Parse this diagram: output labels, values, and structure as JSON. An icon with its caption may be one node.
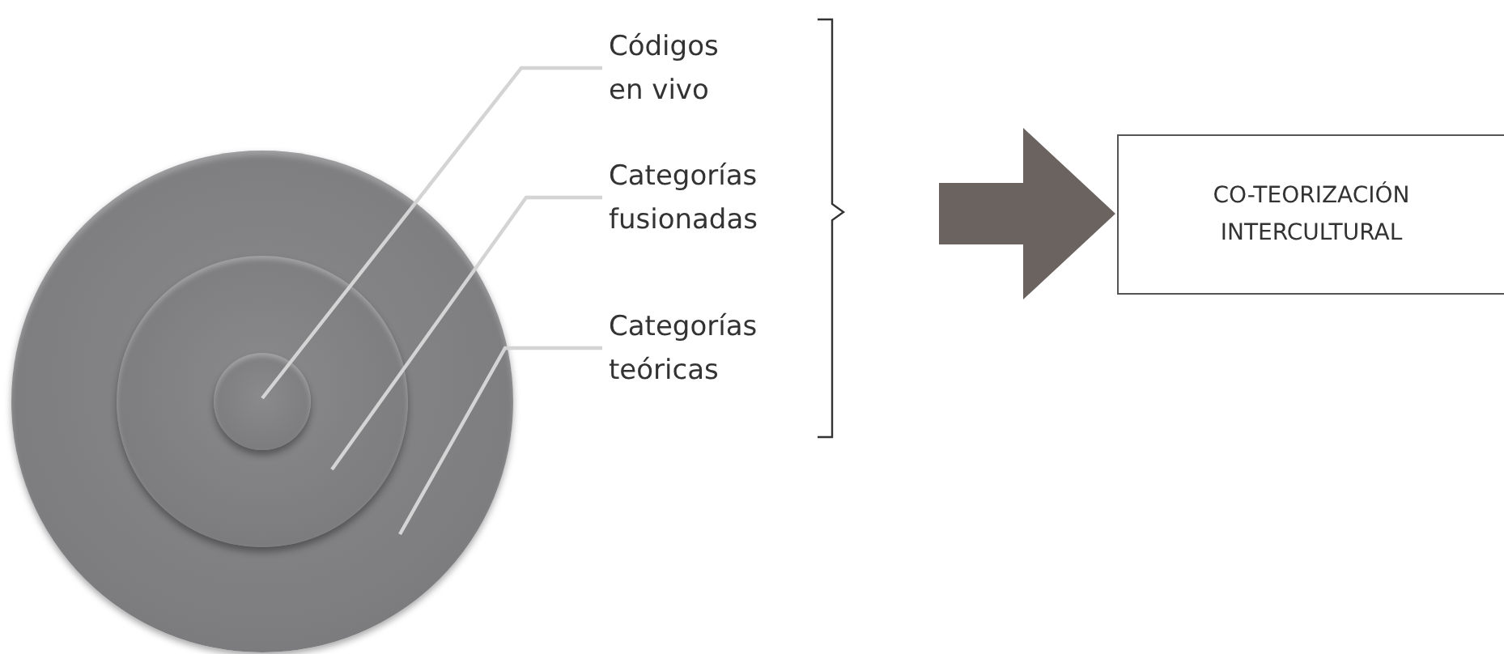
{
  "diagram": {
    "nodes": [
      {
        "text": [],
        "shape": "circle"
      },
      {
        "text": [],
        "shape": "circle",
        "in": 0
      },
      {
        "text": [],
        "shape": "circle",
        "in": 1
      },
      {
        "text": [
          "Códigos en vivo"
        ]
      },
      {
        "text": [
          "Categorías fusionadas"
        ]
      },
      {
        "text": [
          "Categorías teóricas"
        ]
      },
      {
        "text": [
          "CO-TEORIZACIÓN INTERCULTURAL"
        ]
      }
    ],
    "edges": [
      {
        "from": 3,
        "to": 2,
        "arrow": "none"
      },
      {
        "from": 4,
        "to": 1,
        "arrow": "none"
      },
      {
        "from": 5,
        "to": 0,
        "arrow": "none"
      },
      {
        "from": null,
        "to": 6,
        "arrow": "to",
        "style": "thick"
      }
    ]
  }
}
